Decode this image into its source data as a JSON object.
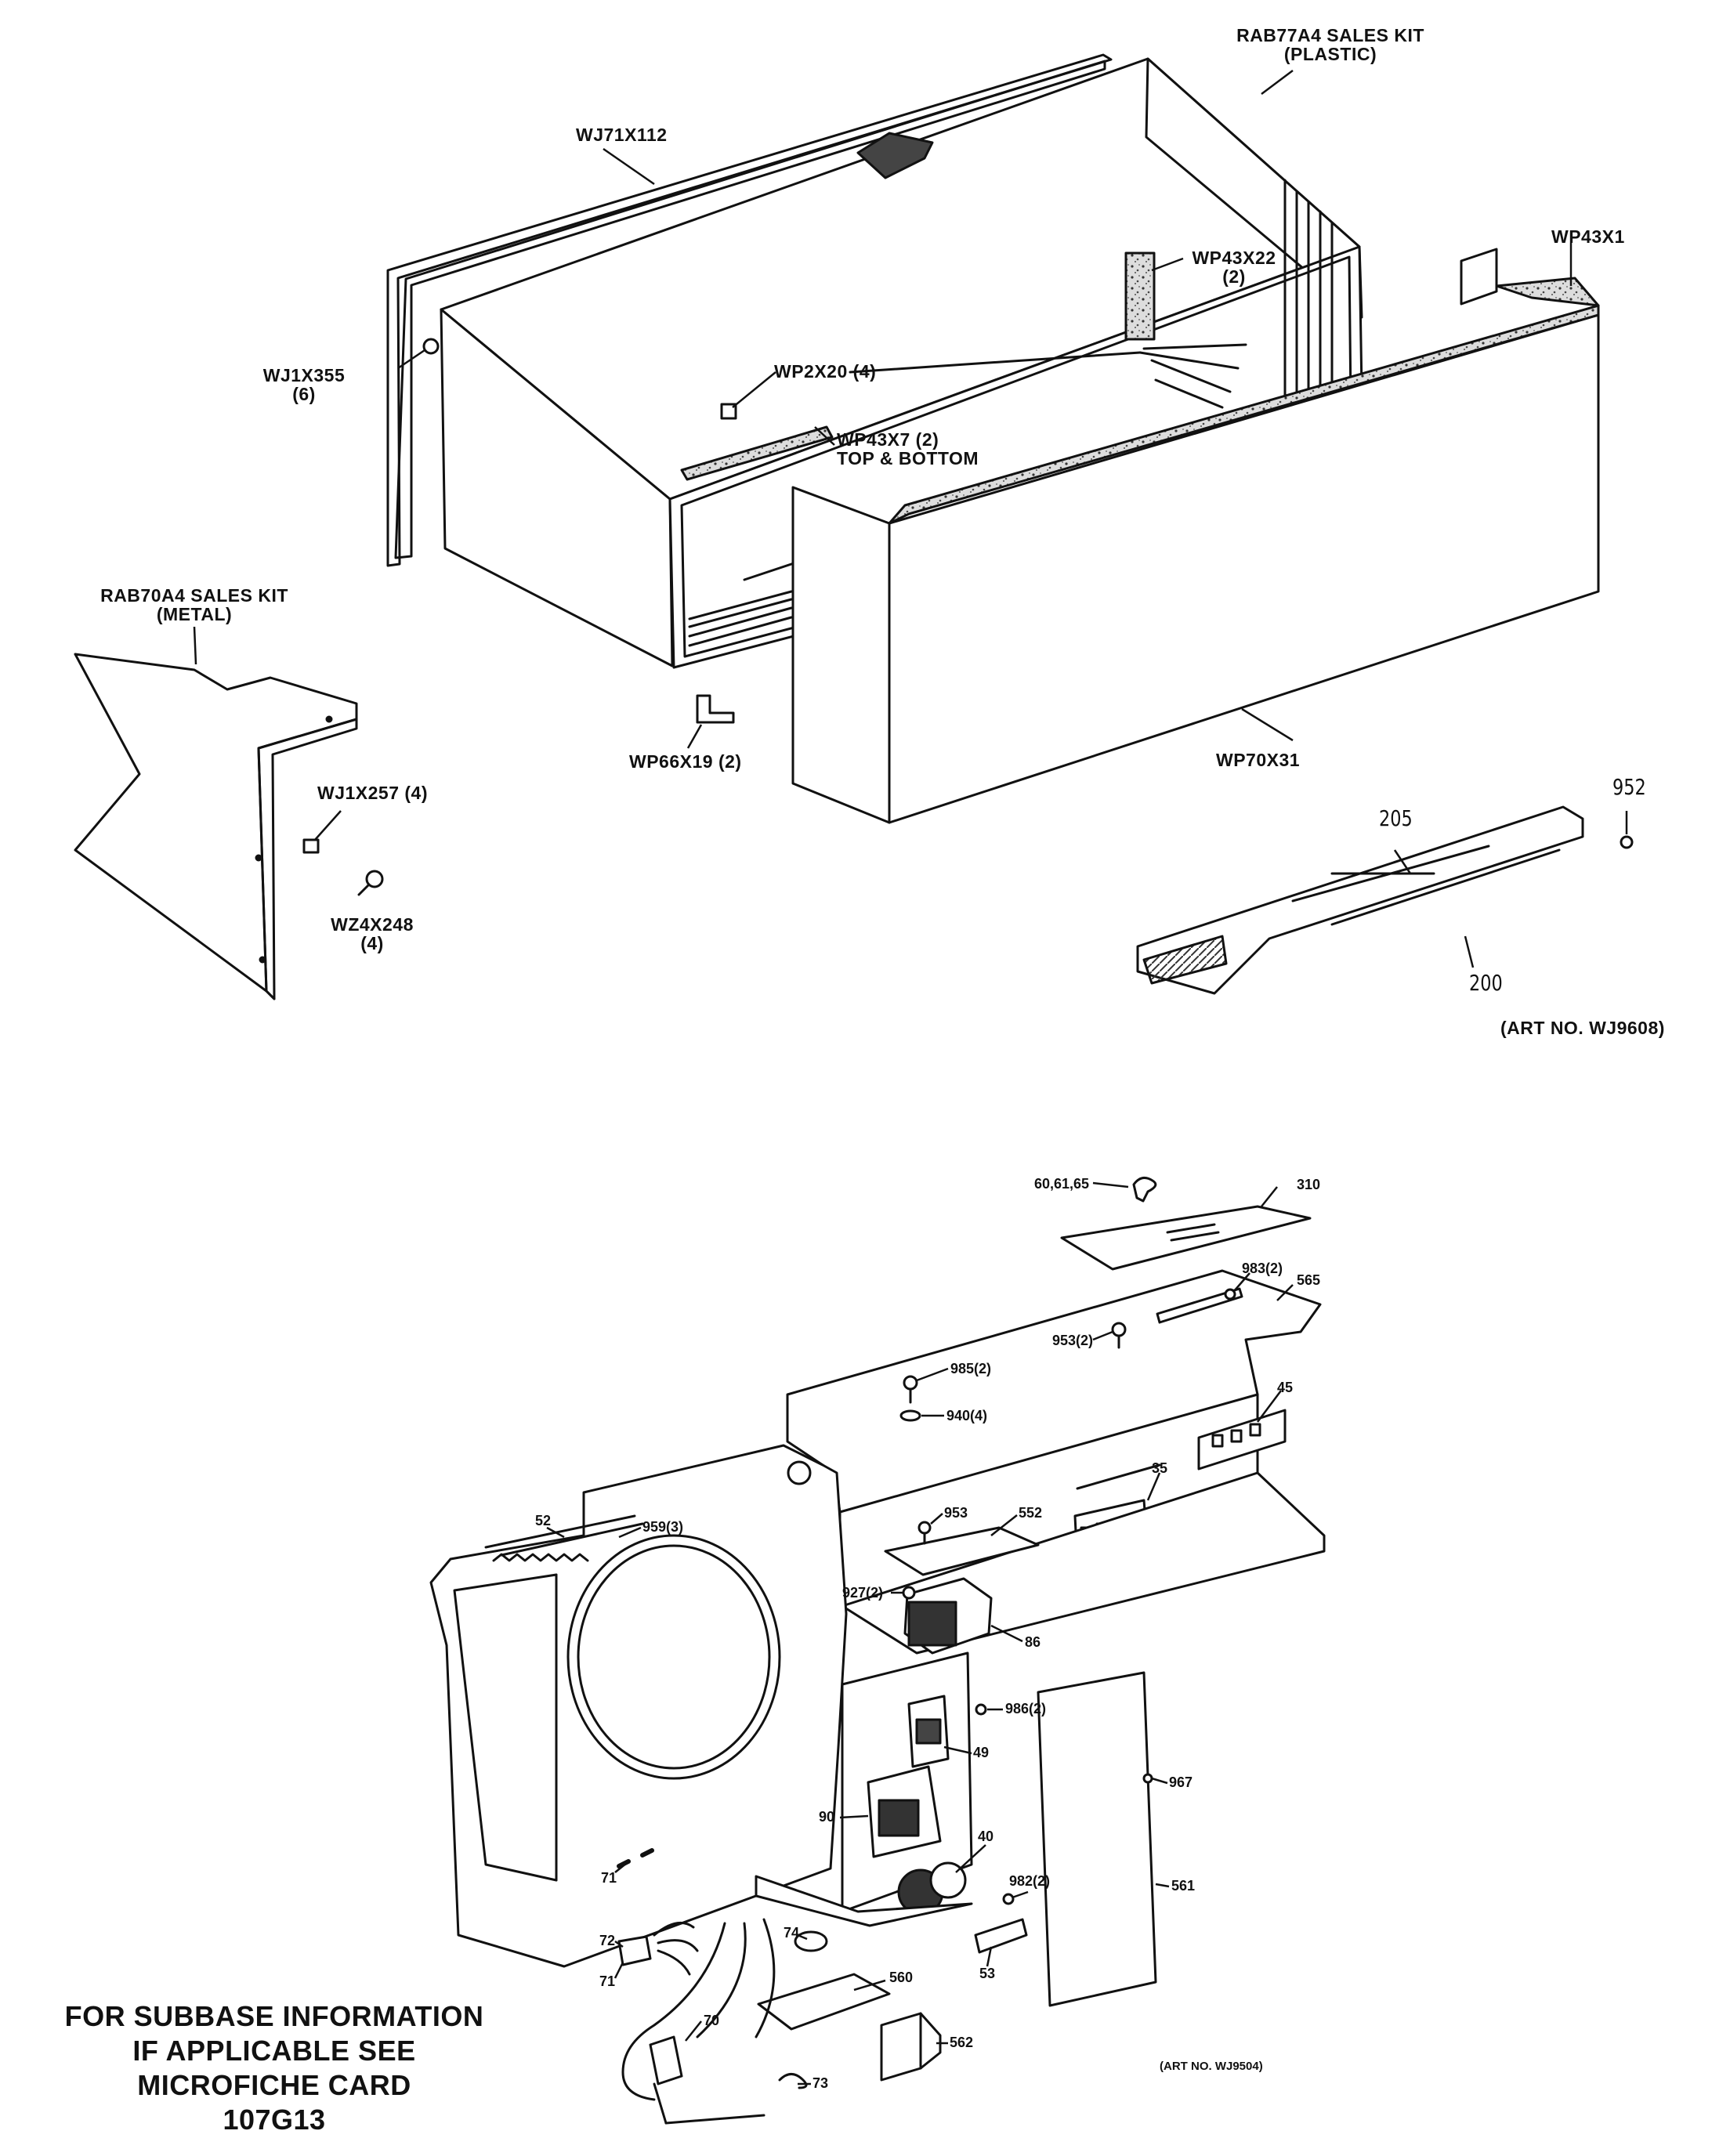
{
  "upper_assembly": {
    "rab77a4": {
      "line1": "RAB77A4 SALES KIT",
      "line2": "(PLASTIC)"
    },
    "wj71x112": "WJ71X112",
    "wp43x22": {
      "line1": "WP43X22",
      "line2": "(2)"
    },
    "wp43x1": "WP43X1",
    "wj1x355": {
      "line1": "WJ1X355",
      "line2": "(6)"
    },
    "wp2x20": "WP2X20 (4)",
    "wp43x7": {
      "line1": "WP43X7 (2)",
      "line2": "TOP & BOTTOM"
    },
    "rab70a4": {
      "line1": "RAB70A4 SALES KIT",
      "line2": "(METAL)"
    },
    "wp66x19": "WP66X19 (2)",
    "wp70x31": "WP70X31",
    "wj1x257": "WJ1X257 (4)",
    "wz4x248": {
      "line1": "WZ4X248",
      "line2": "(4)"
    },
    "p952": "952",
    "p205": "205",
    "p200": "200",
    "art_no": "(ART NO. WJ9608)"
  },
  "lower_assembly": {
    "p60_61_65": "60,61,65",
    "p310": "310",
    "p983": "983(2)",
    "p565": "565",
    "p953_2": "953(2)",
    "p985": "985(2)",
    "p940": "940(4)",
    "p45": "45",
    "p35": "35",
    "p52": "52",
    "p959": "959(3)",
    "p953": "953",
    "p552": "552",
    "p927": "927(2)",
    "p86": "86",
    "p986": "986(2)",
    "p49": "49",
    "p967": "967",
    "p90": "90",
    "p40": "40",
    "p982": "982(2)",
    "p561": "561",
    "p71a": "71",
    "p72": "72",
    "p71b": "71",
    "p74": "74",
    "p560": "560",
    "p53": "53",
    "p70": "70",
    "p562": "562",
    "p73": "73",
    "art_no": "(ART NO. WJ9504)"
  },
  "subbase_note": {
    "line1": "FOR SUBBASE INFORMATION",
    "line2": "IF APPLICABLE SEE",
    "line3": "MICROFICHE CARD",
    "line4": "107G13"
  }
}
